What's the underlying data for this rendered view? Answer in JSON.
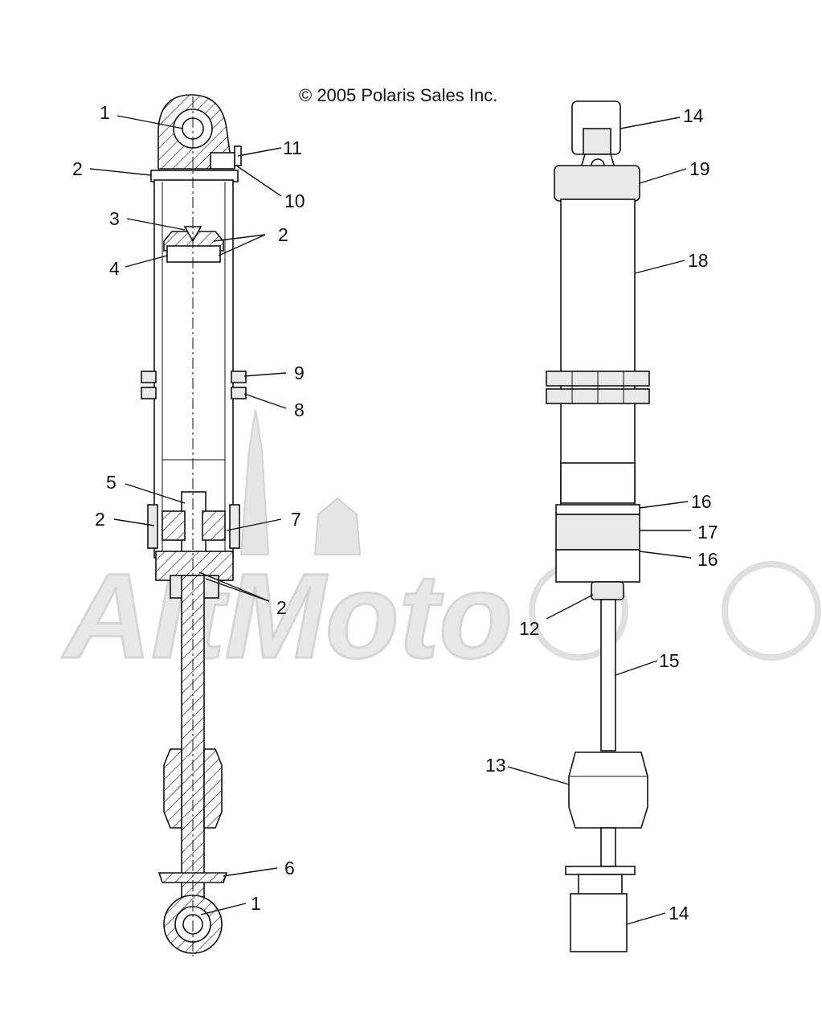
{
  "copyright": "© 2005 Polaris Sales Inc.",
  "watermark": "AltMoto",
  "callouts": {
    "left": [
      "1",
      "11",
      "2",
      "10",
      "3",
      "2",
      "4",
      "9",
      "8",
      "5",
      "2",
      "7",
      "2",
      "6",
      "1"
    ],
    "right": [
      "14",
      "19",
      "18",
      "16",
      "17",
      "16",
      "12",
      "15",
      "13",
      "14"
    ]
  },
  "colors": {
    "line": "#111111",
    "watermark": "#e3e3e3"
  }
}
